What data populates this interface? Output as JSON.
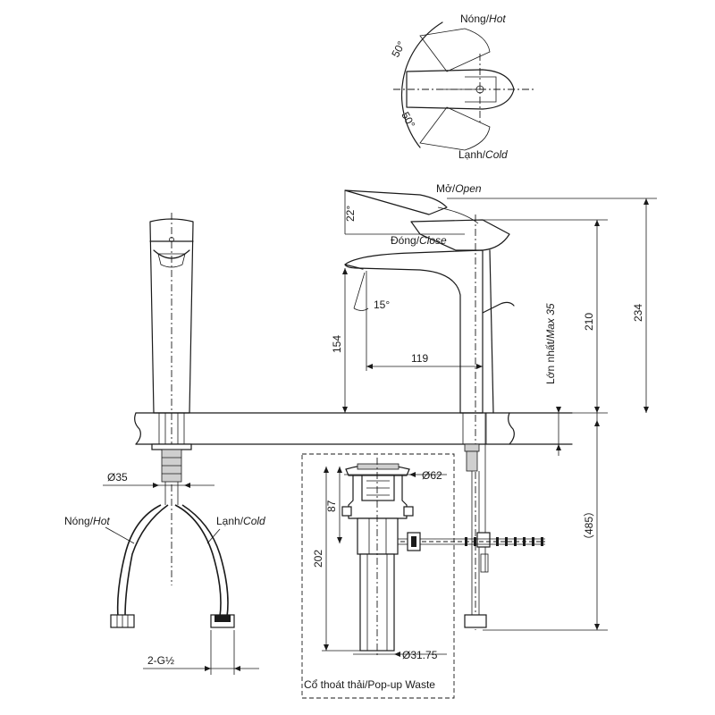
{
  "handle_view": {
    "hot_label": "Nóng/",
    "hot_label_en": "Hot",
    "cold_label": "Lạnh/",
    "cold_label_en": "Cold",
    "angle_top": "50°",
    "angle_bottom": "50°"
  },
  "side_view": {
    "open_label": "Mở/",
    "open_label_en": "Open",
    "close_label": "Đóng/",
    "close_label_en": "Close",
    "angle_handle": "22°",
    "angle_spout": "15°",
    "dim_spout_height": "154",
    "dim_reach": "119",
    "dim_max_thickness_vn": "Lớn nhất/",
    "dim_max_thickness_en": "Max 35",
    "dim_210": "210",
    "dim_234": "234",
    "dim_485": "（485）"
  },
  "front_view": {
    "dim_shank_dia": "Ø35",
    "hot_label": "Nóng/",
    "hot_label_en": "Hot",
    "cold_label": "Lạnh/",
    "cold_label_en": "Cold",
    "dim_thread": "2-G½"
  },
  "waste_detail": {
    "dim_62": "Ø62",
    "dim_87": "87",
    "dim_202": "202",
    "dim_31": "Ø31.75",
    "caption_vn": "Cổ thoát thải/",
    "caption_en": "Pop-up Waste"
  }
}
